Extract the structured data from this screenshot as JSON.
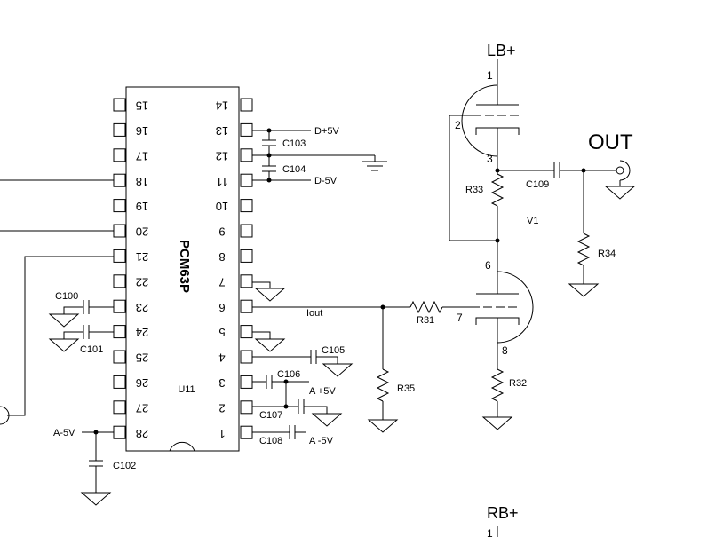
{
  "chip": {
    "name": "PCM63P",
    "ref": "U11",
    "left_pins": [
      "15",
      "16",
      "17",
      "18",
      "19",
      "20",
      "21",
      "22",
      "23",
      "24",
      "25",
      "26",
      "27",
      "28"
    ],
    "right_pins": [
      "14",
      "13",
      "12",
      "11",
      "10",
      "9",
      "8",
      "7",
      "6",
      "5",
      "4",
      "3",
      "2",
      "1"
    ]
  },
  "nets": {
    "d_plus": "D+5V",
    "d_minus": "D-5V",
    "a_plus": "A +5V",
    "a_minus": "A -5V",
    "a_minus_left": "A-5V",
    "iout": "Iout"
  },
  "capacitors": {
    "c100": "C100",
    "c101": "C101",
    "c102": "C102",
    "c103": "C103",
    "c104": "C104",
    "c105": "C105",
    "c106": "C106",
    "c107": "C107",
    "c108": "C108",
    "c109": "C109"
  },
  "resistors": {
    "r31": "R31",
    "r32": "R32",
    "r33": "R33",
    "r34": "R34",
    "r35": "R35"
  },
  "tube": {
    "name": "V1",
    "top_pins": {
      "p1": "1",
      "p2": "2",
      "p3": "3"
    },
    "bottom_pins": {
      "p6": "6",
      "p7": "7",
      "p8": "8"
    }
  },
  "supplies": {
    "lb_plus": "LB+",
    "rb_plus": "RB+",
    "rb_pin": "1"
  },
  "output": {
    "label": "OUT"
  }
}
